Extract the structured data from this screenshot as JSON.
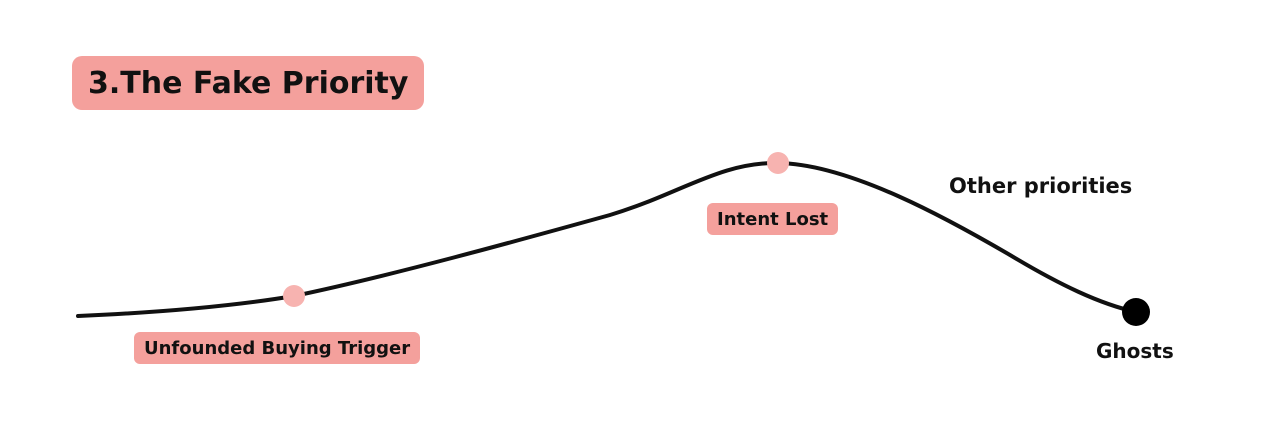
{
  "title": "3.The Fake Priority",
  "stages": {
    "unfounded_trigger": "Unfounded Buying Trigger",
    "intent_lost": "Intent Lost",
    "other_priorities": "Other priorities",
    "ghosts": "Ghosts"
  },
  "colors": {
    "badge": "#f4a09c",
    "marker": "#f7b3b0",
    "curve": "#111111",
    "end_marker": "#000000"
  }
}
